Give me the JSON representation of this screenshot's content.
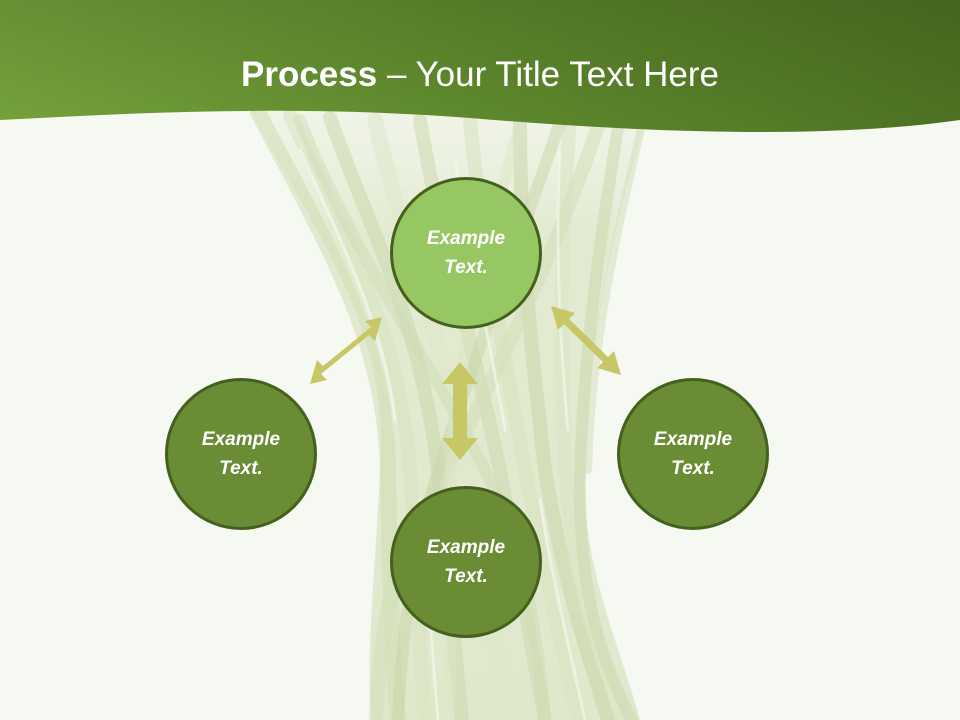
{
  "slide": {
    "title": {
      "bold": "Process",
      "separator": " – ",
      "rest": "Your Title Text Here"
    },
    "nodes": {
      "top": "Example\nText.",
      "left": "Example\nText.",
      "right": "Example\nText.",
      "bottom": "Example\nText."
    },
    "colors": {
      "header_green": "#5a8229",
      "node_dark": "#6a8c35",
      "node_light": "#97c762",
      "node_border": "#43611c",
      "arrow": "#c8c766",
      "background": "#f6f8f2"
    }
  }
}
